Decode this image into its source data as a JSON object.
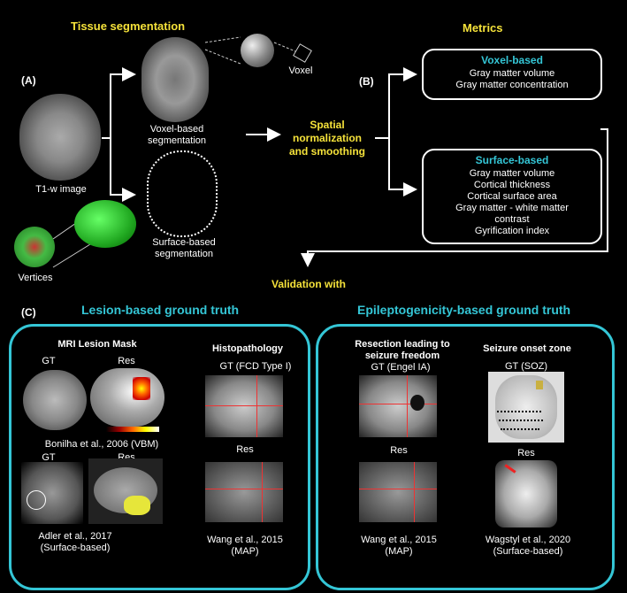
{
  "top": {
    "tissue_segmentation": "Tissue segmentation",
    "metrics": "Metrics",
    "label_a": "(A)",
    "label_b": "(B)",
    "label_c": "(C)",
    "voxel": "Voxel",
    "t1w": "T1-w image",
    "voxel_based_seg": "Voxel-based\nsegmentation",
    "surface_based_seg": "Surface-based\nsegmentation",
    "vertices": "Vertices",
    "spatial": "Spatial\nnormalization\nand smoothing",
    "validation": "Validation with"
  },
  "metrics_boxes": {
    "voxel_title": "Voxel-based",
    "voxel_items": [
      "Gray matter volume",
      "Gray matter concentration"
    ],
    "surface_title": "Surface-based",
    "surface_items": [
      "Gray matter volume",
      "Cortical thickness",
      "Cortical surface area",
      "Gray matter - white matter",
      "contrast",
      "Gyrification index"
    ]
  },
  "lesion": {
    "title": "Lesion-based ground truth",
    "mri_mask": "MRI Lesion Mask",
    "gt": "GT",
    "res": "Res",
    "bonilha": "Bonilha et al., 2006 (VBM)",
    "adler": "Adler et al., 2017\n(Surface-based)",
    "histopathology": "Histopathology",
    "gt_fcd": "GT (FCD Type I)",
    "wang": "Wang et al., 2015\n(MAP)"
  },
  "epilepto": {
    "title": "Epileptogenicity-based ground truth",
    "resection": "Resection leading to\nseizure freedom",
    "gt_engel": "GT (Engel IA)",
    "res": "Res",
    "wang": "Wang et al., 2015\n(MAP)",
    "soz": "Seizure onset zone",
    "gt_soz": "GT (SOZ)",
    "wagstyl": "Wagstyl et al., 2020\n(Surface-based)"
  },
  "colors": {
    "yellow": "#f5e23a",
    "cyan": "#34c6d6",
    "white": "#ffffff",
    "background": "#000000"
  }
}
